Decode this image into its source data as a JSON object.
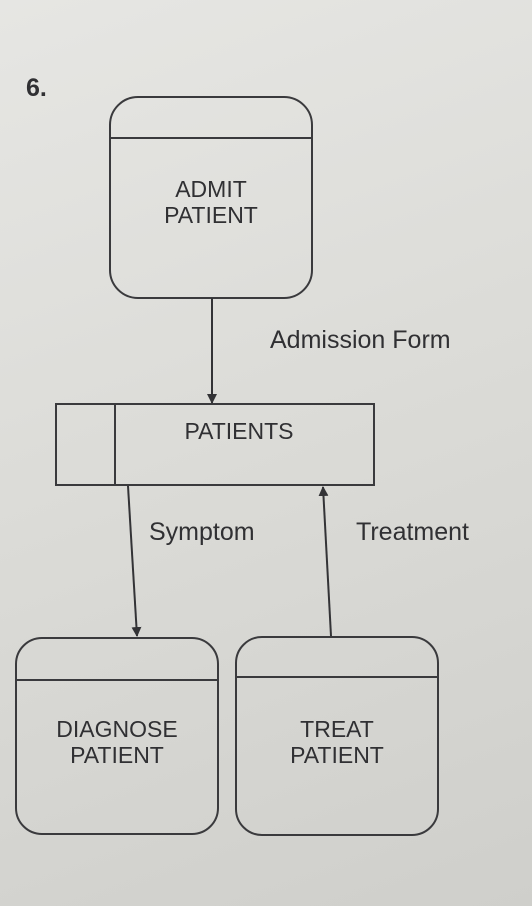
{
  "question_number": "6.",
  "processes": {
    "admit": "ADMIT\nPATIENT",
    "diagnose": "DIAGNOSE\nPATIENT",
    "treat": "TREAT\nPATIENT"
  },
  "data_store": {
    "label": "PATIENTS"
  },
  "flows": {
    "admission_form": "Admission Form",
    "symptom": "Symptom",
    "treatment": "Treatment"
  }
}
